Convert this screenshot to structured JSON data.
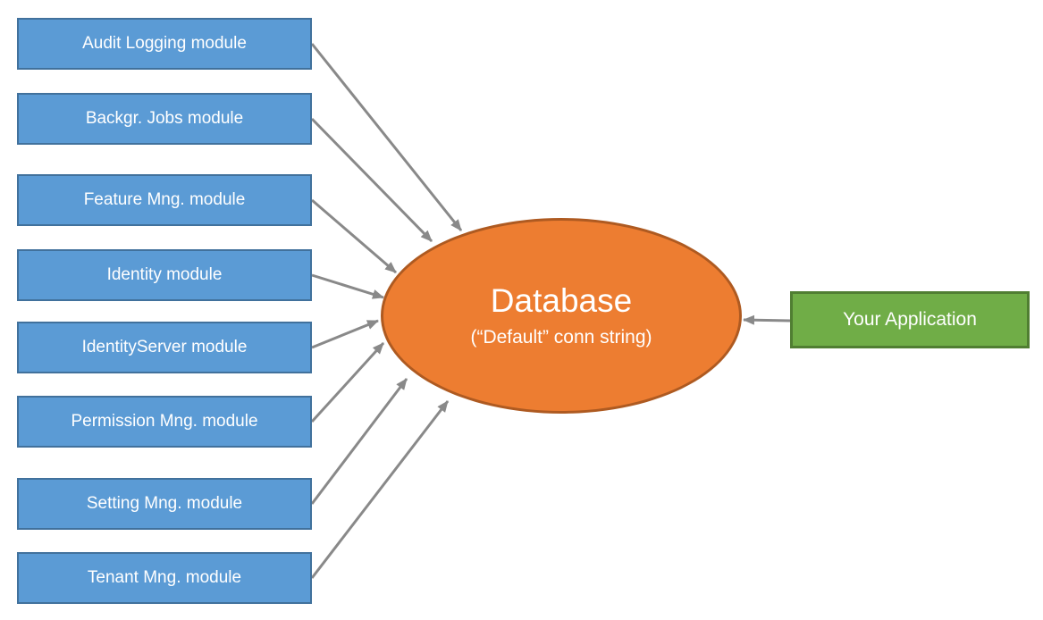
{
  "diagram": {
    "modules": [
      {
        "label": "Audit Logging module"
      },
      {
        "label": "Backgr. Jobs module"
      },
      {
        "label": "Feature Mng. module"
      },
      {
        "label": "Identity module"
      },
      {
        "label": "IdentityServer module"
      },
      {
        "label": "Permission Mng. module"
      },
      {
        "label": "Setting Mng. module"
      },
      {
        "label": "Tenant Mng. module"
      }
    ],
    "database": {
      "title": "Database",
      "subtitle": "(“Default” conn string)"
    },
    "application": {
      "label": "Your Application"
    },
    "colors": {
      "module_fill": "#5B9BD5",
      "module_border": "#41719C",
      "database_fill": "#ED7D31",
      "database_border": "#AE5A21",
      "app_fill": "#70AD47",
      "app_border": "#507E32",
      "arrow": "#898989"
    }
  }
}
